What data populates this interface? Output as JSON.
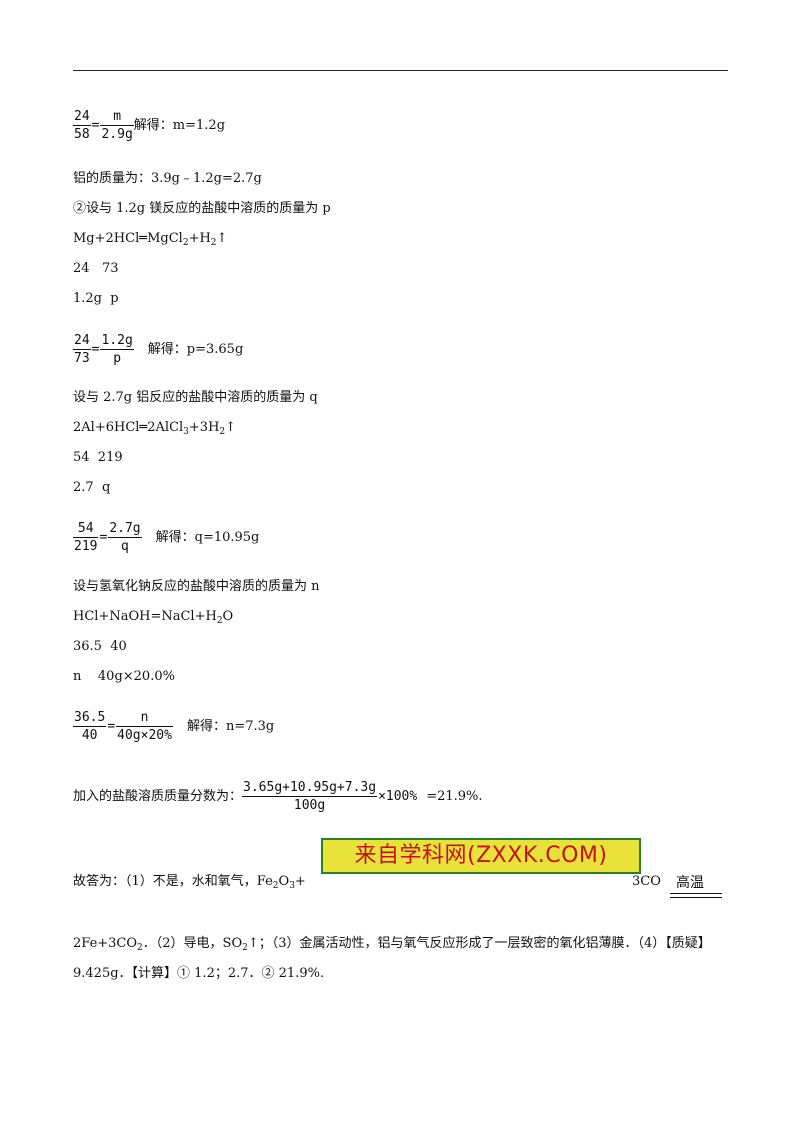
{
  "l1": {
    "num": "24",
    "den": "58",
    "eq": "=",
    "num2": "m",
    "den2": "2.9g",
    "sol": "解得：m=1.2g"
  },
  "l2": "铝的质量为：3.9g﹣1.2g=2.7g",
  "l3": "②设与 1.2g 镁反应的盐酸中溶质的质量为 p",
  "l4": {
    "a": "Mg+2HCl",
    "b": "MgCl",
    "s1": "2",
    "c": "+H",
    "s2": "2",
    "d": "↑"
  },
  "l5": "24   73",
  "l6": "1.2g  p",
  "l7": {
    "num": "24",
    "den": "73",
    "eq": "=",
    "num2": "1.2g",
    "den2": "p",
    "sol": "解得：p=3.65g"
  },
  "l8": "设与 2.7g 铝反应的盐酸中溶质的质量为 q",
  "l9": {
    "a": "2Al+6HCl",
    "b": "2AlCl",
    "s1": "3",
    "c": "+3H",
    "s2": "2",
    "d": "↑"
  },
  "l10": "54  219",
  "l11": "2.7  q",
  "l12": {
    "num": "54",
    "den": "219",
    "eq": "=",
    "num2": "2.7g",
    "den2": "q",
    "sol": "解得：q=10.95g"
  },
  "l13": "设与氢氧化钠反应的盐酸中溶质的质量为 n",
  "l14": {
    "a": "HCl+NaOH=NaCl+H",
    "s1": "2",
    "b": "O"
  },
  "l15": "36.5  40",
  "l16": "n    40g×20.0%",
  "l17": {
    "num": "36.5",
    "den": "40",
    "eq": "=",
    "num2": "n",
    "den2": "40g×20%",
    "sol": "解得：n=7.3g"
  },
  "l18": {
    "pre": "加入的盐酸溶质质量分数为：",
    "num": "3.65g+10.95g+7.3g",
    "den": "100g",
    "times": "×100%",
    "post": "=21.9%."
  },
  "l19": {
    "a": "故答为：（1）不是，水和氧气，Fe",
    "s1": "2",
    "b": "O",
    "s2": "3",
    "c": "+",
    "d": "3CO",
    "cond": "高温"
  },
  "watermark": "来自学科网(ZXXK.COM)",
  "l20": {
    "a": "2Fe+3CO",
    "s1": "2",
    "b": "．（2）导电，SO",
    "s2": "2",
    "c": "↑；（3）金属活动性，铝与氧气反应形成了一层致密的氧化铝薄膜．（4）【质疑】"
  },
  "l21": "9.425g．【计算】① 1.2；2.7．② 21.9%."
}
